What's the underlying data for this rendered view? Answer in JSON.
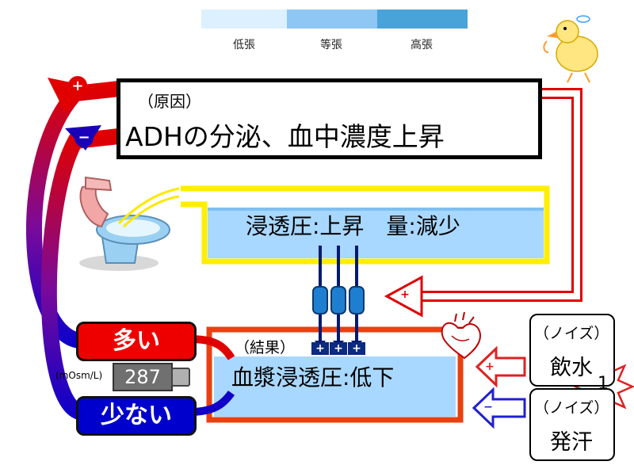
{
  "legend": {
    "items": [
      {
        "label": "低張",
        "color": "#ddf0ff"
      },
      {
        "label": "等張",
        "color": "#8ec6f4"
      },
      {
        "label": "高張",
        "color": "#4aa3d8"
      }
    ]
  },
  "cause": {
    "tag": "（原因）",
    "text": "ADHの分泌、血中濃度上昇"
  },
  "urine": {
    "text": "浸透圧:上昇　量:減少"
  },
  "result": {
    "tag": "（結果）",
    "text": "血漿浸透圧:低下"
  },
  "feedback": {
    "high_label": "多い",
    "low_label": "少ない",
    "plus_sign": "+",
    "minus_sign": "−",
    "high_color": "#ee0000",
    "low_color": "#0000cc"
  },
  "meter": {
    "unit": "(mOsm/L)",
    "value": "287"
  },
  "noise": [
    {
      "tag": "（ノイズ）",
      "text": "飲水",
      "sign": "+"
    },
    {
      "tag": "（ノイズ）",
      "text": "発汗",
      "sign": "−"
    }
  ],
  "burst": {
    "value": "1"
  },
  "channel_sign": "+",
  "return_sign": "+",
  "icons": [
    "toilet-icon",
    "heart-icon",
    "duck-icon",
    "water-channel-icon",
    "starburst-icon"
  ]
}
